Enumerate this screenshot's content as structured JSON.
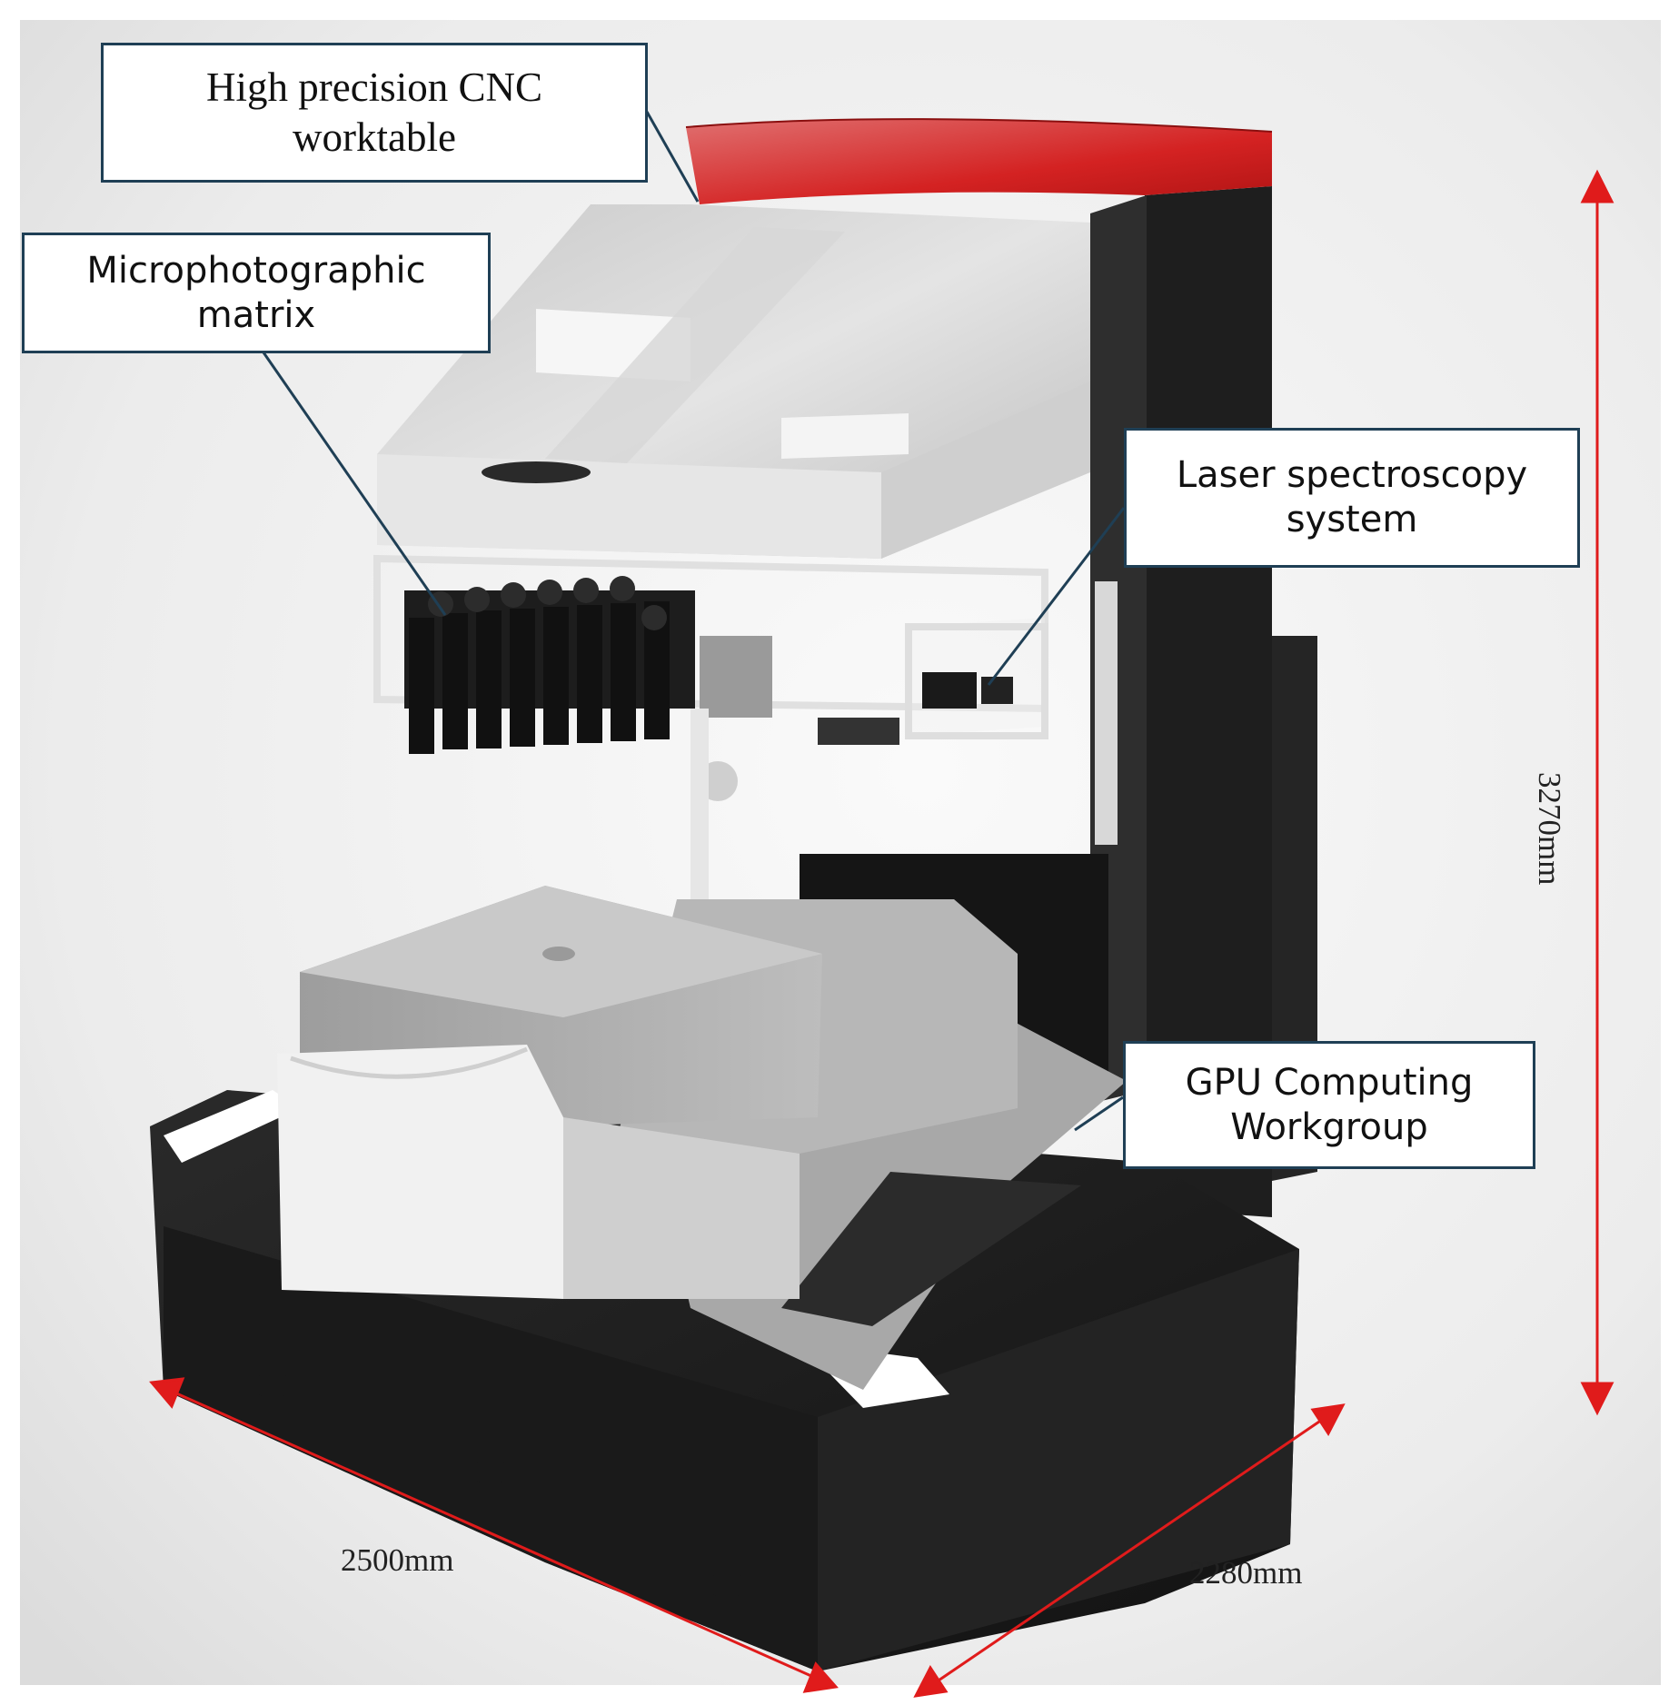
{
  "callouts": {
    "cnc_worktable": "High precision CNC\nworktable",
    "microphotographic_matrix": "Microphotographic\nmatrix",
    "laser_spectroscopy": "Laser spectroscopy\nsystem",
    "gpu_workgroup": "GPU Computing\nWorkgroup"
  },
  "dimensions": {
    "height": "3270mm",
    "width": "2500mm",
    "depth": "2280mm"
  },
  "colors": {
    "accent_red": "#c81e1e",
    "dimension_red": "#e01b1b",
    "callout_border": "#1f3f55",
    "cabinet_black": "#1c1c1c"
  }
}
